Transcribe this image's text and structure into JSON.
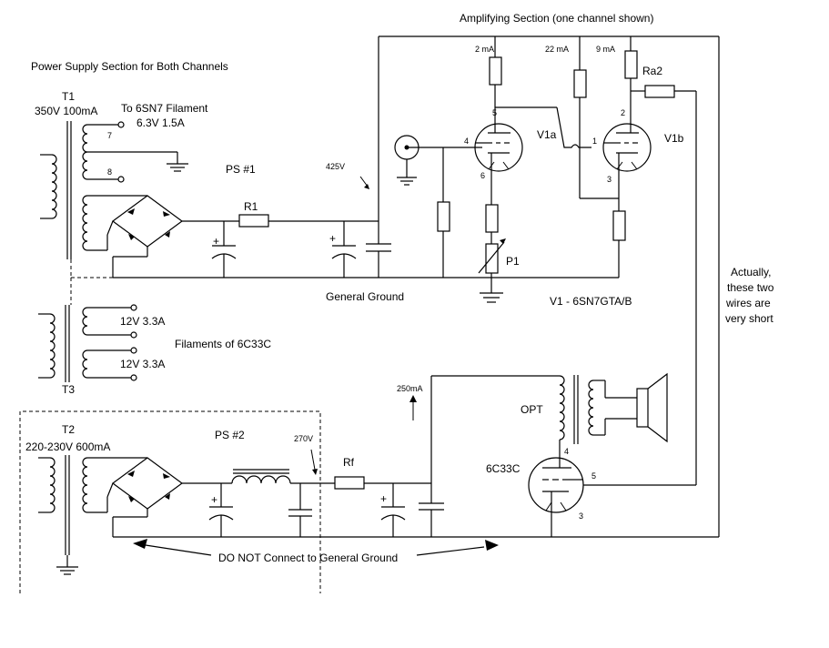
{
  "labels": {
    "amp_section": "Amplifying Section (one channel shown)",
    "ps_section": "Power Supply Section for Both Channels",
    "t1_name": "T1",
    "t1_rating": "350V 100mA",
    "to_6sn7": "To 6SN7 Filament",
    "fil_6sn7_rating": "6.3V 1.5A",
    "pin7": "7",
    "pin8": "8",
    "ps1": "PS #1",
    "r1": "R1",
    "v425": "425V",
    "general_ground": "General Ground",
    "t3_name": "T3",
    "fil1": "12V 3.3A",
    "fil2": "12V 3.3A",
    "filaments_6c33c": "Filaments of 6C33C",
    "cur_2ma": "2 mA",
    "cur_22ma": "22 mA",
    "cur_9ma": "9 mA",
    "ra2": "Ra2",
    "v1a": "V1a",
    "v1b": "V1b",
    "p1": "P1",
    "v1_type": "V1 - 6SN7GTA/B",
    "note": [
      "Actually,",
      "these two",
      "wires are",
      "very short"
    ],
    "cur_250ma": "250mA",
    "opt": "OPT",
    "t2_name": "T2",
    "t2_rating": "220-230V 600mA",
    "ps2": "PS #2",
    "v270": "270V",
    "rf": "Rf",
    "tube_6c33c": "6C33C",
    "do_not_connect": "DO NOT Connect to General Ground",
    "plus": "+",
    "v1a_pins": [
      "5",
      "4",
      "6"
    ],
    "v1b_pins": [
      "2",
      "1",
      "3"
    ],
    "out_pins": [
      "4",
      "5",
      "3"
    ]
  }
}
